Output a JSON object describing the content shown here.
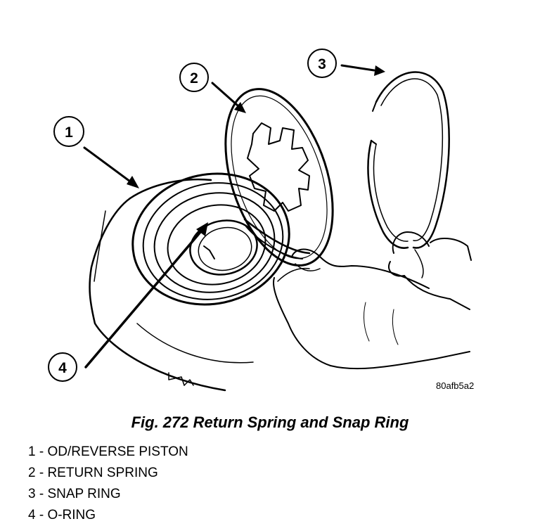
{
  "figure": {
    "caption": "Fig. 272 Return Spring and Snap Ring",
    "image_code": "80afb5a2"
  },
  "callouts": [
    {
      "number": "1",
      "part": "OD/REVERSE PISTON"
    },
    {
      "number": "2",
      "part": "RETURN SPRING"
    },
    {
      "number": "3",
      "part": "SNAP RING"
    },
    {
      "number": "4",
      "part": "O-RING"
    }
  ],
  "legend": [
    "1 - OD/REVERSE PISTON",
    "2 - RETURN SPRING",
    "3 - SNAP RING",
    "4 - O-RING"
  ]
}
